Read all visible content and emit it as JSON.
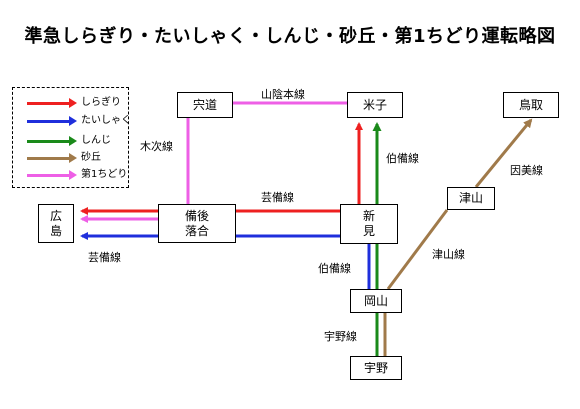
{
  "title": "準急しらぎり・たいしゃく・しんじ・砂丘・第1ちどり運転略図",
  "colors": {
    "shiragiri": "#ee2020",
    "taishaku": "#1f2fdc",
    "shinji": "#1a8a1a",
    "sakyu": "#a07a4a",
    "chidori": "#ee5fe6"
  },
  "legend": [
    {
      "label": "しらぎり",
      "color_key": "shiragiri"
    },
    {
      "label": "たいしゃく",
      "color_key": "taishaku"
    },
    {
      "label": "しんじ",
      "color_key": "shinji"
    },
    {
      "label": "砂丘",
      "color_key": "sakyu"
    },
    {
      "label": "第1ちどり",
      "color_key": "chidori"
    }
  ],
  "stations": {
    "shinji_stn": "宍道",
    "yonago": "米子",
    "tottori": "鳥取",
    "hiroshima_1": "広",
    "hiroshima_2": "島",
    "bingo_ochiai_1": "備後",
    "bingo_ochiai_2": "落合",
    "niimi_1": "新",
    "niimi_2": "見",
    "tsuyama": "津山",
    "okayama": "岡山",
    "uno": "宇野"
  },
  "lines": {
    "sanin": "山陰本線",
    "kisuki": "木次線",
    "hakubi_upper": "伯備線",
    "inbi": "因美線",
    "geibi_mid": "芸備線",
    "geibi_left": "芸備線",
    "tsuyama_line": "津山線",
    "hakubi_lower": "伯備線",
    "uno_line": "宇野線"
  }
}
